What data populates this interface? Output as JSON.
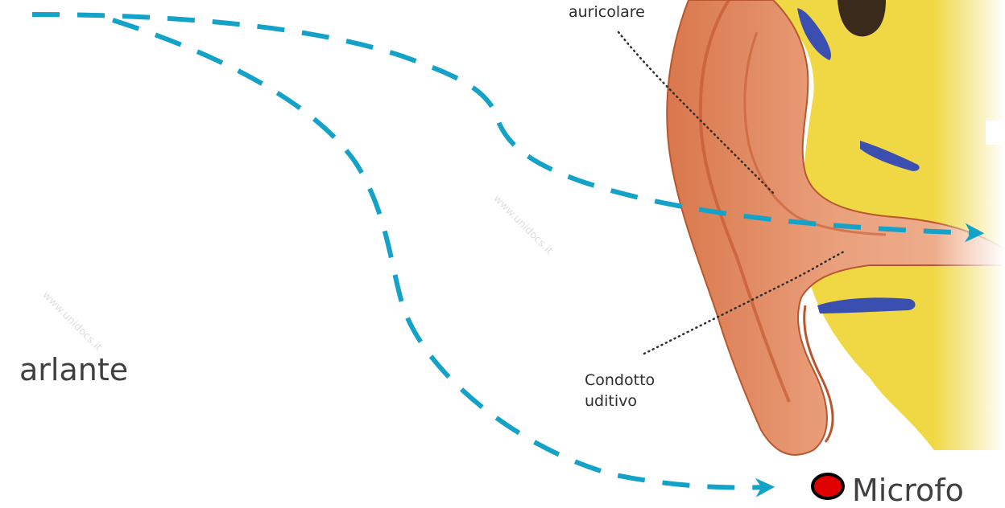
{
  "labels": {
    "auricle": "auricolare",
    "canal_line1": "Condotto",
    "canal_line2": "uditivo",
    "speaker_fragment": "arlante",
    "microphone_fragment": "Microfo"
  },
  "watermark": "www.unidocs.it",
  "colors": {
    "arrow": "#14a2c9",
    "marker_fill": "#e00000",
    "skin": "#e8a37e",
    "skin_dark": "#c9653d",
    "yellow": "#f3df3a",
    "blue": "#3a4fb0"
  }
}
